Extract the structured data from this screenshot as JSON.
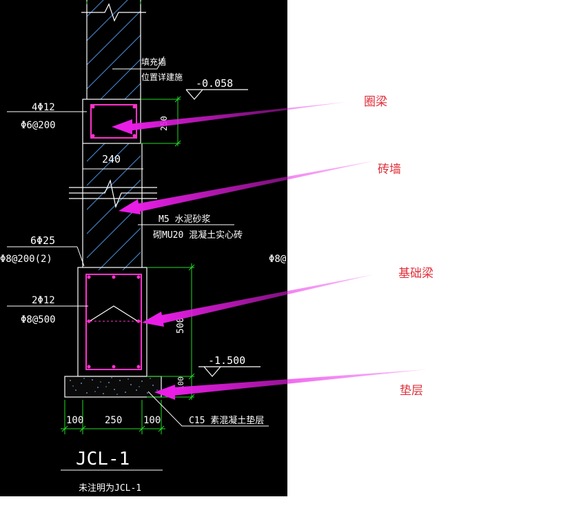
{
  "drawing": {
    "title": "JCL-1",
    "note": "未注明为JCL-1",
    "ring_beam": {
      "rebar_main": "4Φ12",
      "rebar_stirrup": "Φ6@200",
      "height_dim": "250"
    },
    "wall": {
      "width_dim": "240",
      "infill_label": "填充墙",
      "infill_label2": "位置详建施",
      "mortar_label": "M5 水泥砂浆",
      "brick_label": "砌MU20 混凝土实心砖"
    },
    "foundation_beam": {
      "rebar_top": "6Φ25",
      "stirrup_left": "Φ8@200(2)",
      "stirrup_right": "Φ8@",
      "waist_rebar": "2Φ12",
      "tie_rebar": "Φ8@500",
      "height_dim": "500"
    },
    "cushion": {
      "label": "C15 素混凝土垫层",
      "thickness_dim": "100"
    },
    "bottom_dims": [
      "100",
      "250",
      "100"
    ],
    "elevations": {
      "top": "-0.058",
      "bottom": "-1.500"
    }
  },
  "callouts": [
    "圈梁",
    "砖墙",
    "基础梁",
    "垫层"
  ],
  "colors": {
    "background": "#000000",
    "lines": "#ffffff",
    "dimension": "#22dd22",
    "rebar": "#ff33cc",
    "hatch": "#4a8fd8",
    "arrow": "#e81ee6",
    "callout_text": "#e0303a"
  }
}
